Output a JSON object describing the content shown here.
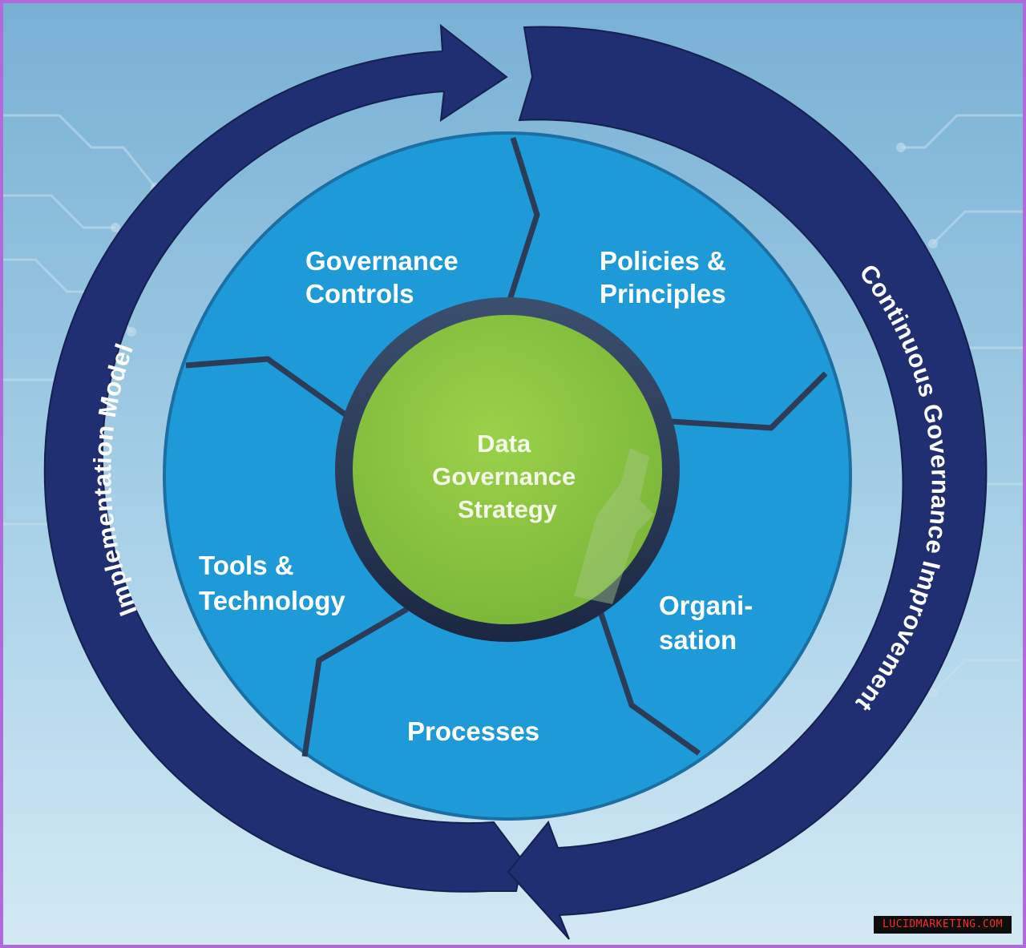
{
  "center": {
    "line1": "Data",
    "line2": "Governance",
    "line3": "Strategy"
  },
  "segments": {
    "governance_controls": [
      "Governance",
      "Controls"
    ],
    "policies_principles": [
      "Policies &",
      "Principles"
    ],
    "organisation": [
      "Organi-",
      "sation"
    ],
    "processes": [
      "Processes"
    ],
    "tools_technology": [
      "Tools &",
      "Technology"
    ]
  },
  "outer_arrows": {
    "left": "Implementation Model",
    "right": "Continuous Governance Improvement"
  },
  "watermark": "LUCIDMARKETING.COM",
  "colors": {
    "background_top": "#7fb4d6",
    "background_bottom": "#cfe5f2",
    "outer_arrow": "#1f2f72",
    "segment_fill": "#1e9ad8",
    "segment_border": "#283a5c",
    "core_fill": "#8cc63f",
    "frame": "#b06ad9"
  }
}
